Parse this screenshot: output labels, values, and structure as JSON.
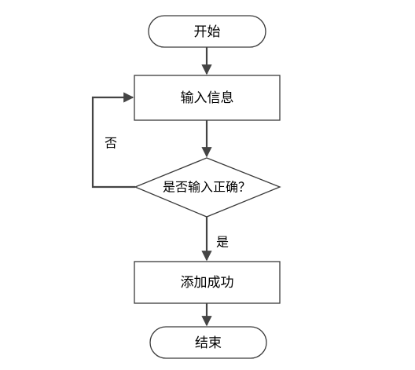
{
  "nodes": {
    "start": "开始",
    "input": "输入信息",
    "decision": "是否输入正确？",
    "success": "添加成功",
    "end": "结束"
  },
  "edges": {
    "no_label": "否",
    "yes_label": "是"
  },
  "colors": {
    "line": "#444444",
    "border": "#3a3a3a",
    "background": "#ffffff"
  }
}
